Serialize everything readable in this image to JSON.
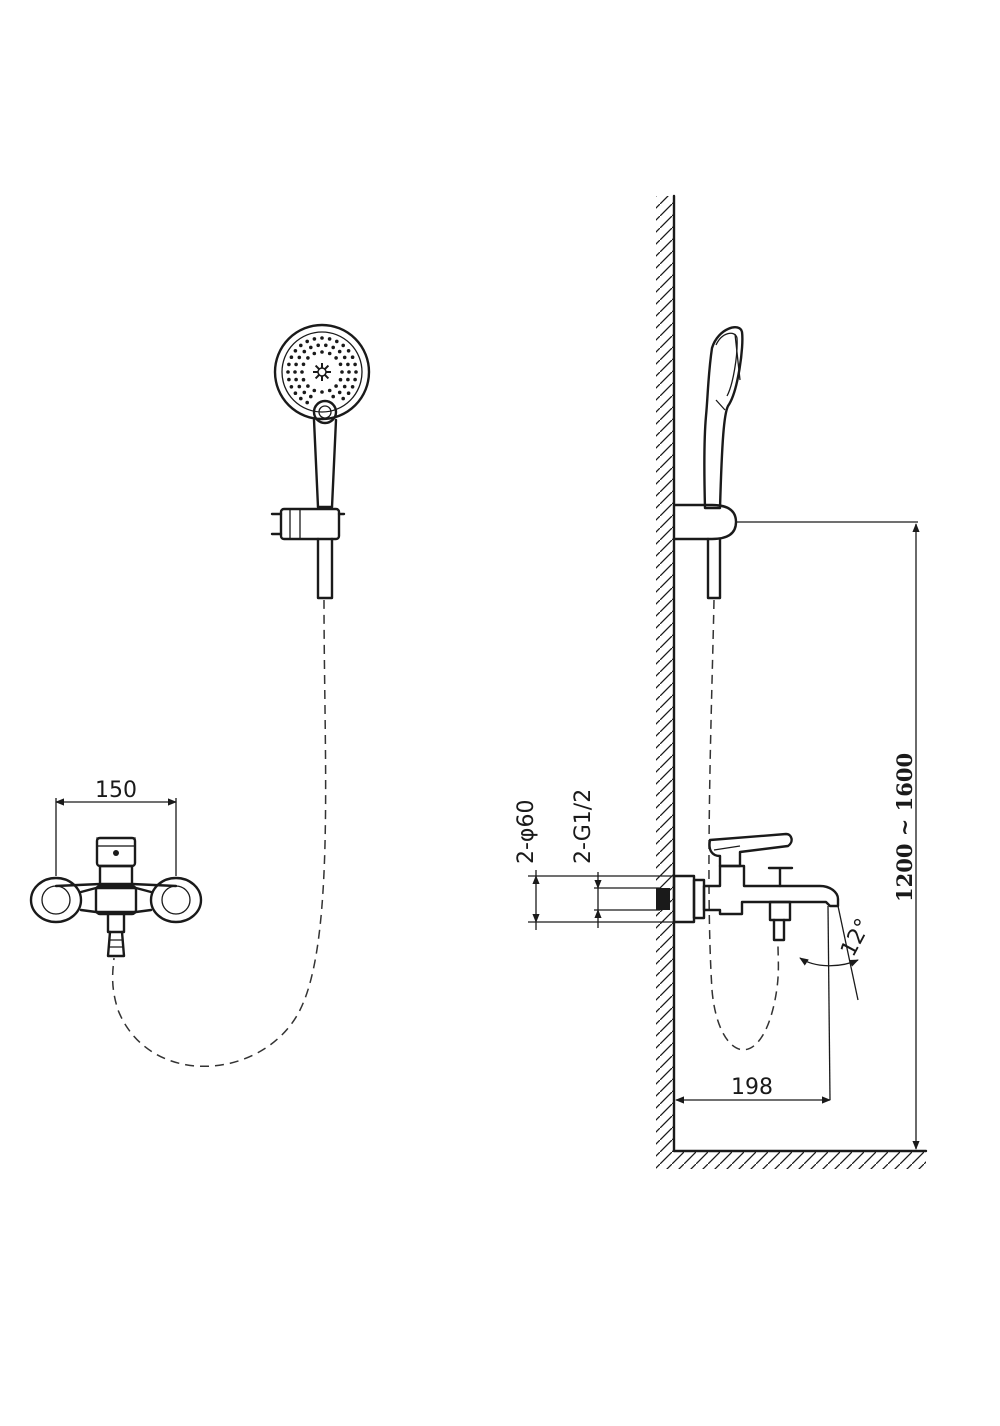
{
  "dimensions": {
    "width_front": "150",
    "inlet_diameter": "2-φ60",
    "inlet_thread": "2-G1/2",
    "spout_projection": "198",
    "spout_angle": "12°",
    "holder_height": "1200 ~ 1600"
  },
  "icons": {
    "shower_head": "shower-head-icon",
    "mixer": "mixer-icon"
  },
  "colors": {
    "line": "#1a1a1a",
    "background": "#ffffff"
  }
}
